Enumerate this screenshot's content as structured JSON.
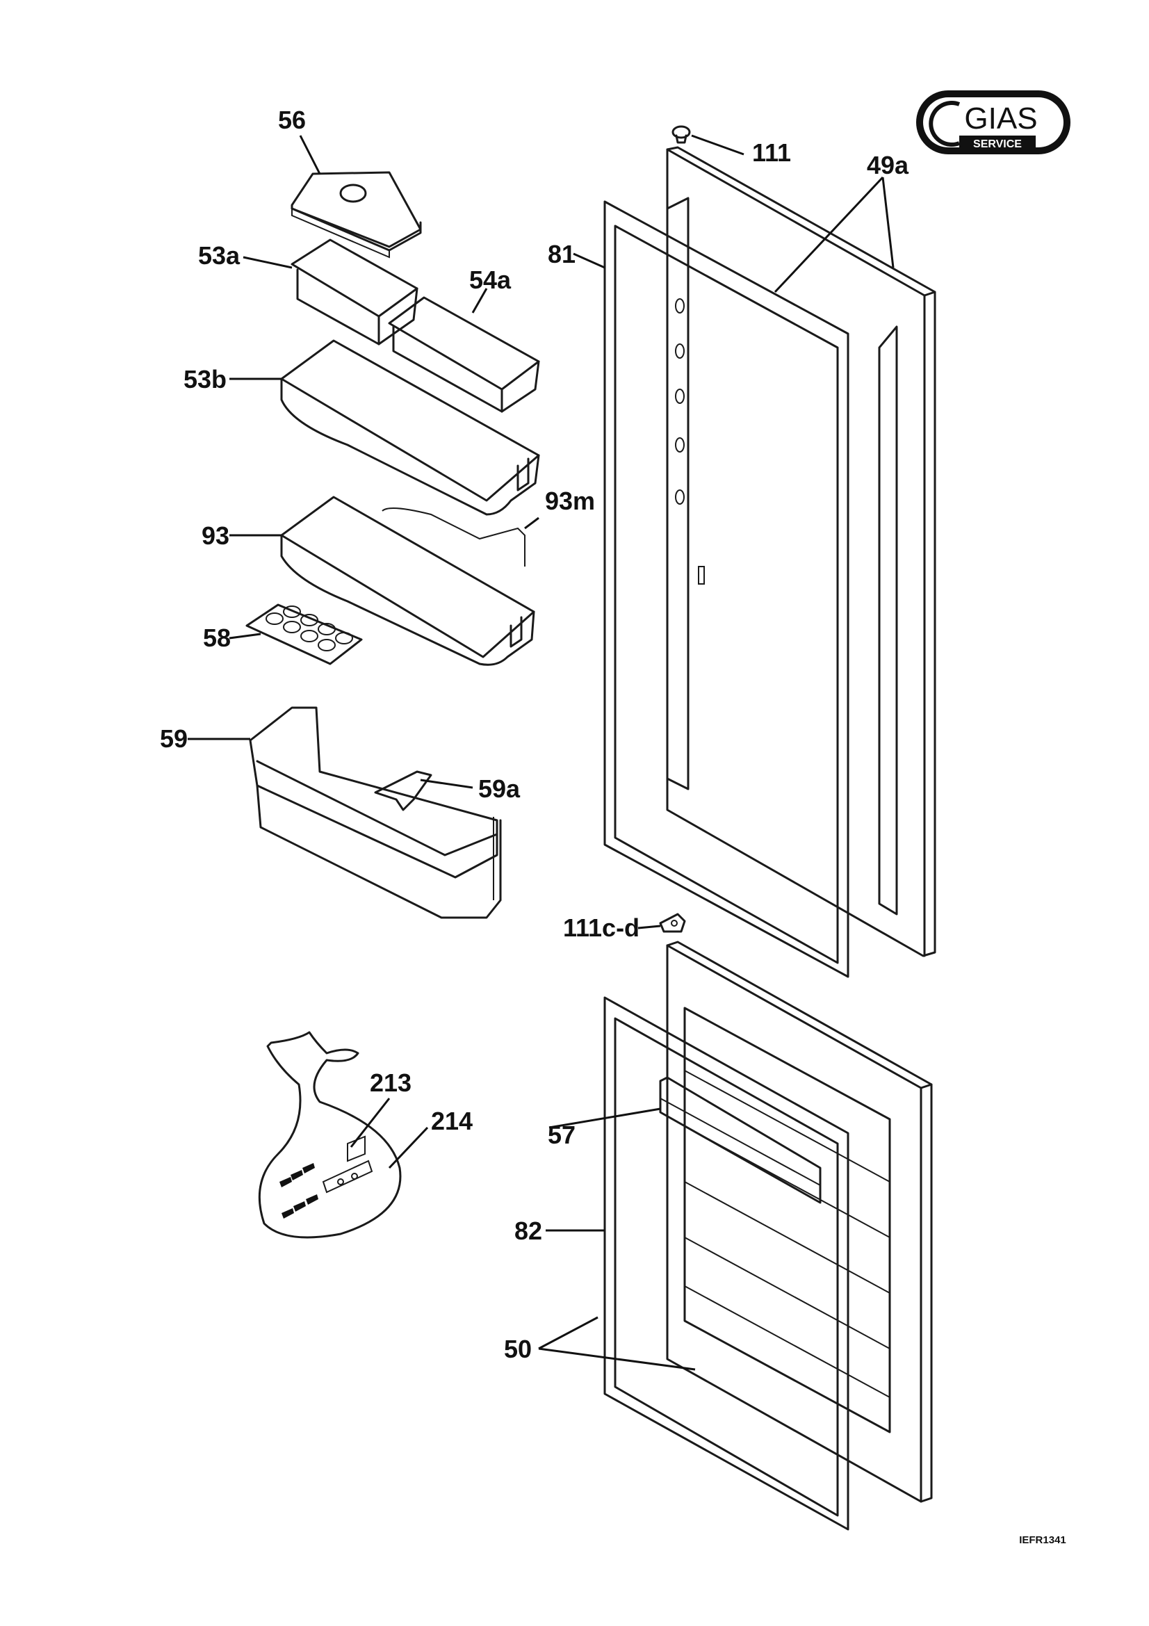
{
  "logo": {
    "text": "GIAS",
    "subtext": "SERVICE"
  },
  "labels": {
    "p56": "56",
    "p53a": "53a",
    "p54a": "54a",
    "p53b": "53b",
    "p93": "93",
    "p93m": "93m",
    "p58": "58",
    "p59": "59",
    "p59a": "59a",
    "p111": "111",
    "p49a": "49a",
    "p81": "81",
    "p111cd": "111c-d",
    "p213": "213",
    "p214": "214",
    "p57": "57",
    "p82": "82",
    "p50": "50"
  },
  "drawing_code": "IEFR1341"
}
